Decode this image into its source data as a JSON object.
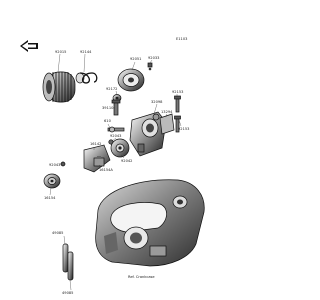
{
  "page": {
    "code": "E1103",
    "reference_note": "Ref. Crankcase"
  },
  "front_icon": "front-direction-arrow-icon",
  "callouts": {
    "c92015": "92015",
    "c92144": "92144",
    "c92051": "92051",
    "c92033": "92033",
    "c92172": "92172",
    "c39110": "39110",
    "c92153a": "92153",
    "c32098": "32098",
    "c13294": "13294",
    "c92153b": "92153",
    "c610": "610",
    "c92043": "92043",
    "c16142": "16142",
    "c92042": "92042",
    "c16154a": "16154A",
    "c92043b": "92043",
    "c16154": "16154",
    "c49085a": "49085",
    "c49085b": "49085"
  }
}
